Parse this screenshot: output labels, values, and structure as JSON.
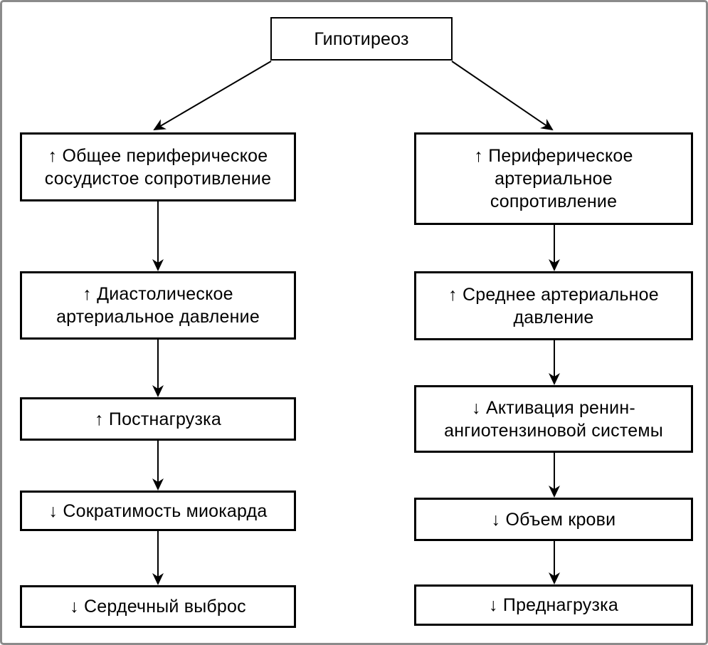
{
  "diagram": {
    "root": {
      "text": "Гипотиреоз"
    },
    "left_column": [
      {
        "text": "↑ Общее периферическое\nсосудистое сопротивление"
      },
      {
        "text": "↑ Диастолическое\nартериальное давление"
      },
      {
        "text": "↑ Постнагрузка"
      },
      {
        "text": "↓ Сократимость миокарда"
      },
      {
        "text": "↓ Сердечный выброс"
      }
    ],
    "right_column": [
      {
        "text": "↑ Периферическое\nартериальное\nсопротивление"
      },
      {
        "text": "↑ Среднее артериальное\nдавление"
      },
      {
        "text": "↓ Активация ренин-\nангиотензиновой системы"
      },
      {
        "text": "↓ Объем крови"
      },
      {
        "text": "↓ Преднагрузка"
      }
    ]
  },
  "colors": {
    "background": "#ffffff",
    "frame_border": "#8b8b8b",
    "box_border": "#000000",
    "text": "#000000",
    "arrow": "#000000"
  }
}
